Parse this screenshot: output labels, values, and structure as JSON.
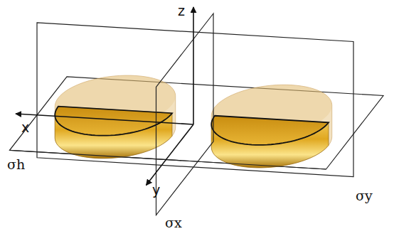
{
  "diagram": {
    "labels": [
      "z",
      "x",
      "y",
      "σh",
      "σx",
      "σy"
    ]
  }
}
